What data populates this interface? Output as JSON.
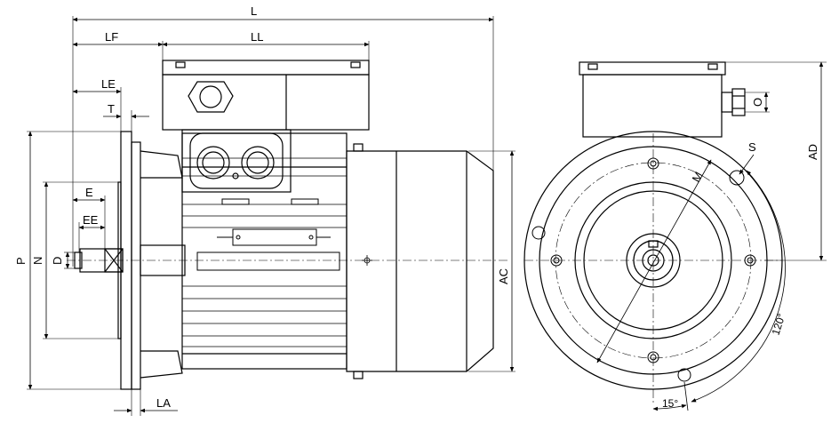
{
  "side_view": {
    "dims": {
      "L": "L",
      "LF": "LF",
      "LL": "LL",
      "LE": "LE",
      "T": "T",
      "E": "E",
      "EE": "EE",
      "D": "D",
      "P": "P",
      "N": "N",
      "LA": "LA",
      "AC": "AC"
    }
  },
  "front_view": {
    "dims": {
      "AD": "AD",
      "O": "O",
      "M": "M",
      "S": "S"
    },
    "angles": {
      "hole_spacing": "120°",
      "hole_offset": "15°"
    }
  }
}
